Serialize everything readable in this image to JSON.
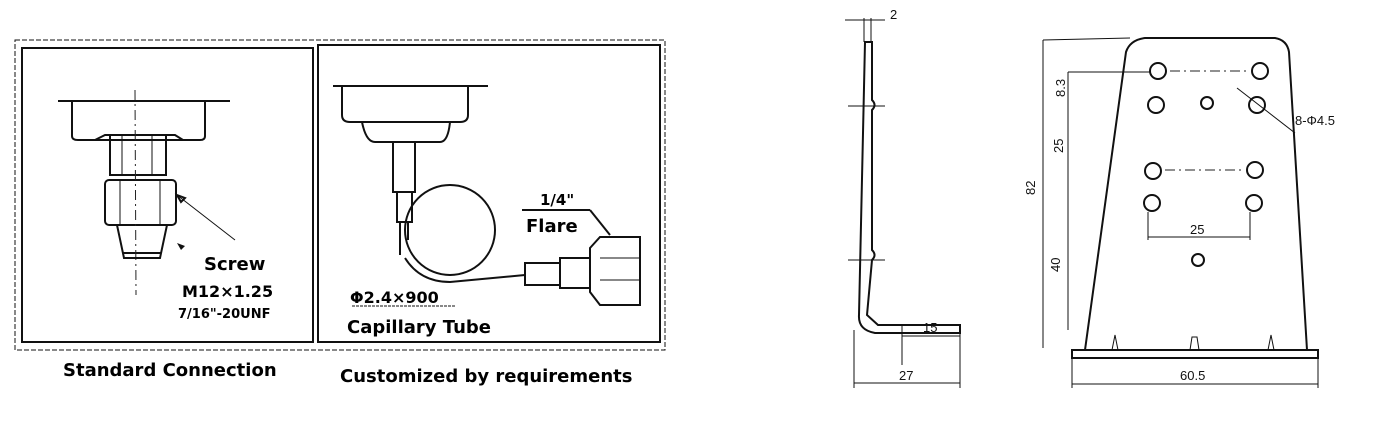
{
  "left_panel": {
    "standard": {
      "screw_label": "Screw",
      "thread_metric": "M12×1.25",
      "thread_unf": "7/16\"-20UNF",
      "caption": "Standard Connection"
    },
    "custom": {
      "flare_size": "1/4\"",
      "flare_label": "Flare",
      "tube_spec": "Φ2.4×900",
      "tube_label": "Capillary Tube",
      "caption": "Customized by requirements"
    }
  },
  "bracket_side": {
    "thickness": "2",
    "foot_inner": "15",
    "foot_total": "27"
  },
  "bracket_front": {
    "height": "82",
    "top_offset": "8.3",
    "hole_spacing_v": "25",
    "bottom_offset": "40",
    "hole_spacing_h": "25",
    "base_width": "60.5",
    "hole_spec": "8-Φ4.5"
  }
}
